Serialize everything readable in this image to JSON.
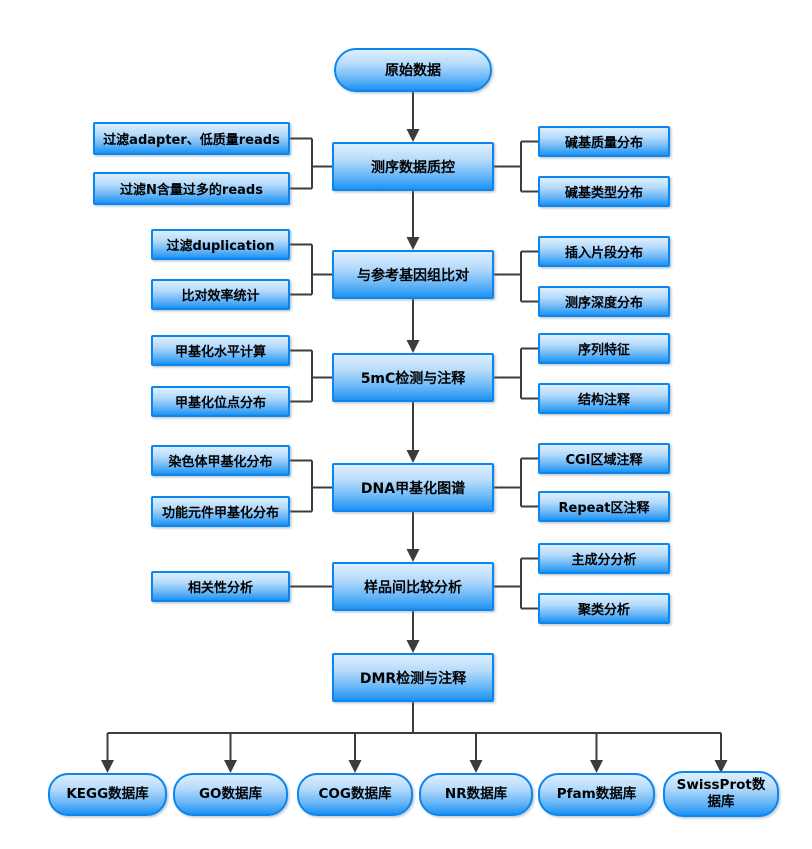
{
  "diagram": {
    "root": {
      "label": "原始数据"
    },
    "rows": [
      {
        "center": "测序数据质控",
        "left": [
          "过滤adapter、低质量reads",
          "过滤N含量过多的reads"
        ],
        "right": [
          "碱基质量分布",
          "碱基类型分布"
        ]
      },
      {
        "center": "与参考基因组比对",
        "left": [
          "过滤duplication",
          "比对效率统计"
        ],
        "right": [
          "插入片段分布",
          "测序深度分布"
        ]
      },
      {
        "center": "5mC检测与注释",
        "left": [
          "甲基化水平计算",
          "甲基化位点分布"
        ],
        "right": [
          "序列特征",
          "结构注释"
        ]
      },
      {
        "center": "DNA甲基化图谱",
        "left": [
          "染色体甲基化分布",
          "功能元件甲基化分布"
        ],
        "right": [
          "CGI区域注释",
          "Repeat区注释"
        ]
      },
      {
        "center": "样品间比较分析",
        "left": [
          "相关性分析"
        ],
        "right": [
          "主成分分析",
          "聚类分析"
        ]
      },
      {
        "center": "DMR检测与注释",
        "left": [],
        "right": []
      }
    ],
    "databases": [
      "KEGG数据库",
      "GO数据库",
      "COG数据库",
      "NR数据库",
      "Pfam数据库",
      "SwissProt数据库"
    ],
    "colors": {
      "node_border": "#0b86ee",
      "node_gradient_top": "#dceffe",
      "node_gradient_bottom": "#1e93f4",
      "connector": "#3c3c3c",
      "text": "#000000",
      "background": "#ffffff"
    }
  }
}
